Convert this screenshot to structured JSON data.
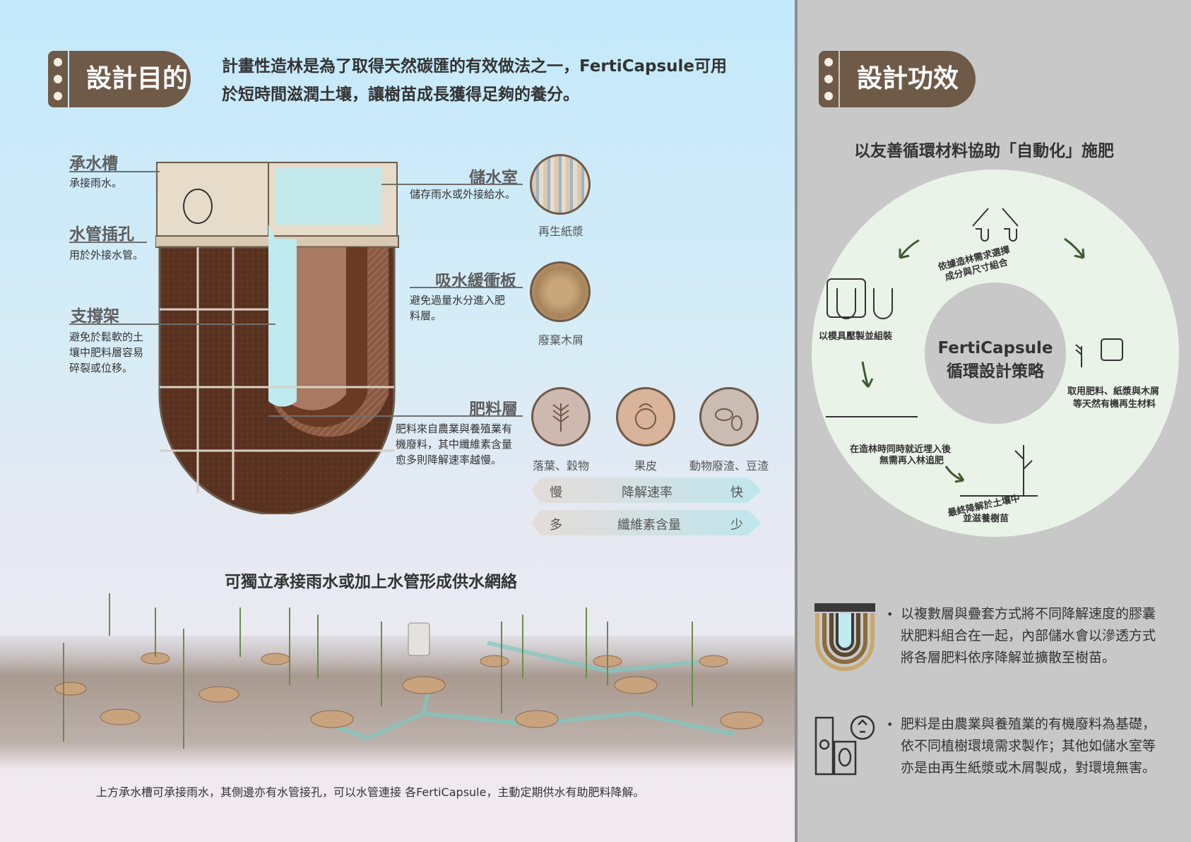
{
  "left": {
    "section_title": "設計目的",
    "intro_line1": "計畫性造林是為了取得天然碳匯的有效做法之一，FertiCapsule可用",
    "intro_line2": "於短時間滋潤土壤，讓樹苗成長獲得足夠的養分。",
    "labels": {
      "water_tray": {
        "title": "承水槽",
        "desc": "承接雨水。"
      },
      "pipe_hole": {
        "title": "水管插孔",
        "desc": "用於外接水管。"
      },
      "support": {
        "title": "支撐架",
        "desc_lines": [
          "避免於鬆軟的土",
          "壤中肥料層容易",
          "碎裂或位移。"
        ]
      },
      "reservoir": {
        "title": "儲水室",
        "desc": "儲存雨水或外接給水。"
      },
      "buffer": {
        "title": "吸水緩衝板",
        "desc_lines": [
          "避免過量水分進入肥",
          "料層。"
        ]
      },
      "fertilizer": {
        "title": "肥料層",
        "desc_lines": [
          "肥料來自農業與養殖業有",
          "機廢料，其中纖維素含量",
          "愈多則降解速率越慢。"
        ]
      }
    },
    "materials": {
      "paper": "再生紙漿",
      "wood": "廢棄木屑",
      "leaves": "落葉、穀物",
      "peel": "果皮",
      "animal": "動物廢渣、豆渣"
    },
    "scales": [
      {
        "left": "慢",
        "mid": "降解速率",
        "right": "快"
      },
      {
        "left": "多",
        "mid": "纖維素含量",
        "right": "少"
      }
    ],
    "network_title": "可獨立承接雨水或加上水管形成供水網絡",
    "bottom_caption": "上方承水槽可承接雨水，其側邊亦有水管接孔，可以水管連接 各FertiCapsule，主動定期供水有助肥料降解。"
  },
  "right": {
    "section_title": "設計功效",
    "subtitle": "以友善循環材料協助「自動化」施肥",
    "cycle": {
      "center_line1": "FertiCapsule",
      "center_line2": "循環設計策略",
      "steps": [
        "依據造林需求選擇",
        "成分與尺寸組合",
        "以模具壓製並組裝",
        "在造林時同時就近埋入後",
        "無需再入林追肥",
        "最終降解於土壤中",
        "並滋養樹苗",
        "取用肥料、紙漿與木屑",
        "等天然有機再生材料"
      ]
    },
    "bullets": [
      [
        "以複數層與疊套方式將不同降解速度的膠囊",
        "狀肥料組合在一起，內部儲水會以滲透方式",
        "將各層肥料依序降解並擴散至樹苗。"
      ],
      [
        "肥料是由農業與養殖業的有機廢料為基礎，",
        "依不同植樹環境需求製作；其他如儲水室等",
        "亦是由再生紙漿或木屑製成，對環境無害。"
      ]
    ]
  },
  "colors": {
    "brown": "#6f5a48",
    "soil": "#5a3320",
    "water": "#bfeaf0",
    "circle_bg": "#eaf3e8",
    "accent_green": "#3e5a34"
  }
}
